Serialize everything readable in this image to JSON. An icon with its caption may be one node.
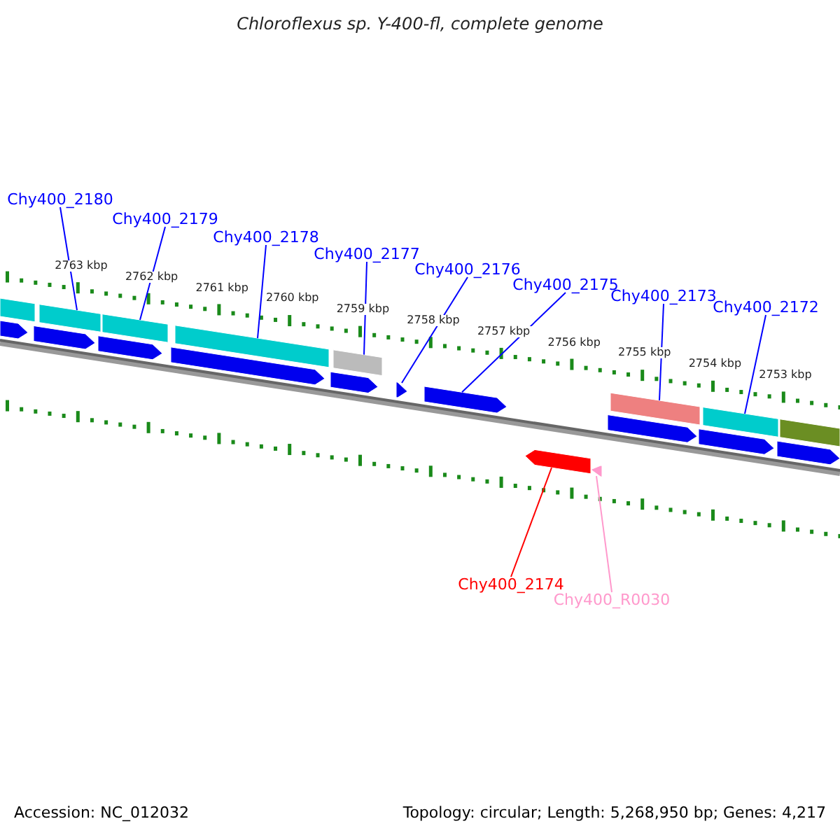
{
  "diagram": {
    "title": "Chloroflexus sp. Y-400-fl, complete genome",
    "nodes": [
      {
        "text": [
          "Chy400_2180"
        ]
      },
      {
        "text": [
          "Chy400_2179"
        ]
      },
      {
        "text": [
          "Chy400_2178"
        ]
      },
      {
        "text": [
          "Chy400_2177"
        ]
      },
      {
        "text": [
          "Chy400_2176"
        ]
      },
      {
        "text": [
          "Chy400_2175"
        ]
      },
      {
        "text": [
          "Chy400_2173"
        ]
      },
      {
        "text": [
          "Chy400_2172"
        ]
      },
      {
        "text": [
          "Chy400_2174"
        ]
      },
      {
        "text": [
          "Chy400_R0030"
        ]
      },
      {
        "text": [],
        "shape": "bar"
      },
      {
        "text": [],
        "shape": "bar"
      },
      {
        "text": [],
        "shape": "bar"
      },
      {
        "text": [],
        "shape": "bar"
      },
      {
        "text": [],
        "shape": "bar"
      },
      {
        "text": [],
        "shape": "bar"
      },
      {
        "text": [],
        "shape": "bar"
      },
      {
        "text": [],
        "shape": "bar"
      },
      {
        "text": [],
        "shape": "box"
      },
      {
        "text": [],
        "shape": "box"
      },
      {
        "text": [],
        "shape": "box"
      },
      {
        "text": [],
        "shape": "box"
      },
      {
        "text": [],
        "shape": "box"
      },
      {
        "text": [],
        "shape": "box"
      },
      {
        "text": [],
        "shape": "box"
      },
      {
        "text": [],
        "shape": "box"
      },
      {
        "text": [],
        "shape": "box"
      },
      {
        "text": [],
        "shape": "box"
      },
      {
        "text": [],
        "shape": "box"
      },
      {
        "text": [],
        "shape": "box"
      }
    ],
    "edges": [
      {
        "from": 0,
        "to": 11,
        "arrow": "none"
      },
      {
        "from": 1,
        "to": 12,
        "arrow": "none"
      },
      {
        "from": 2,
        "to": 13,
        "arrow": "none"
      },
      {
        "from": 3,
        "to": 14,
        "arrow": "none"
      },
      {
        "from": 4,
        "to": 23,
        "arrow": "none"
      },
      {
        "from": 5,
        "to": 24,
        "arrow": "none"
      },
      {
        "from": 6,
        "to": 15,
        "arrow": "none"
      },
      {
        "from": 7,
        "to": 16,
        "arrow": "none"
      },
      {
        "from": 8,
        "to": 28,
        "arrow": "none",
        "color": "#ff0000"
      },
      {
        "from": 9,
        "to": 29,
        "arrow": "none",
        "color": "#ff99cc"
      }
    ],
    "labels": [
      "2763 kbp",
      "2762 kbp",
      "2761 kbp",
      "2760 kbp",
      "2759 kbp",
      "2758 kbp",
      "2757 kbp",
      "2756 kbp",
      "2755 kbp",
      "2754 kbp",
      "2753 kbp",
      "Accession: NC_012032",
      "Topology: circular; Length: 5,268,950 bp; Genes: 4,217"
    ]
  }
}
